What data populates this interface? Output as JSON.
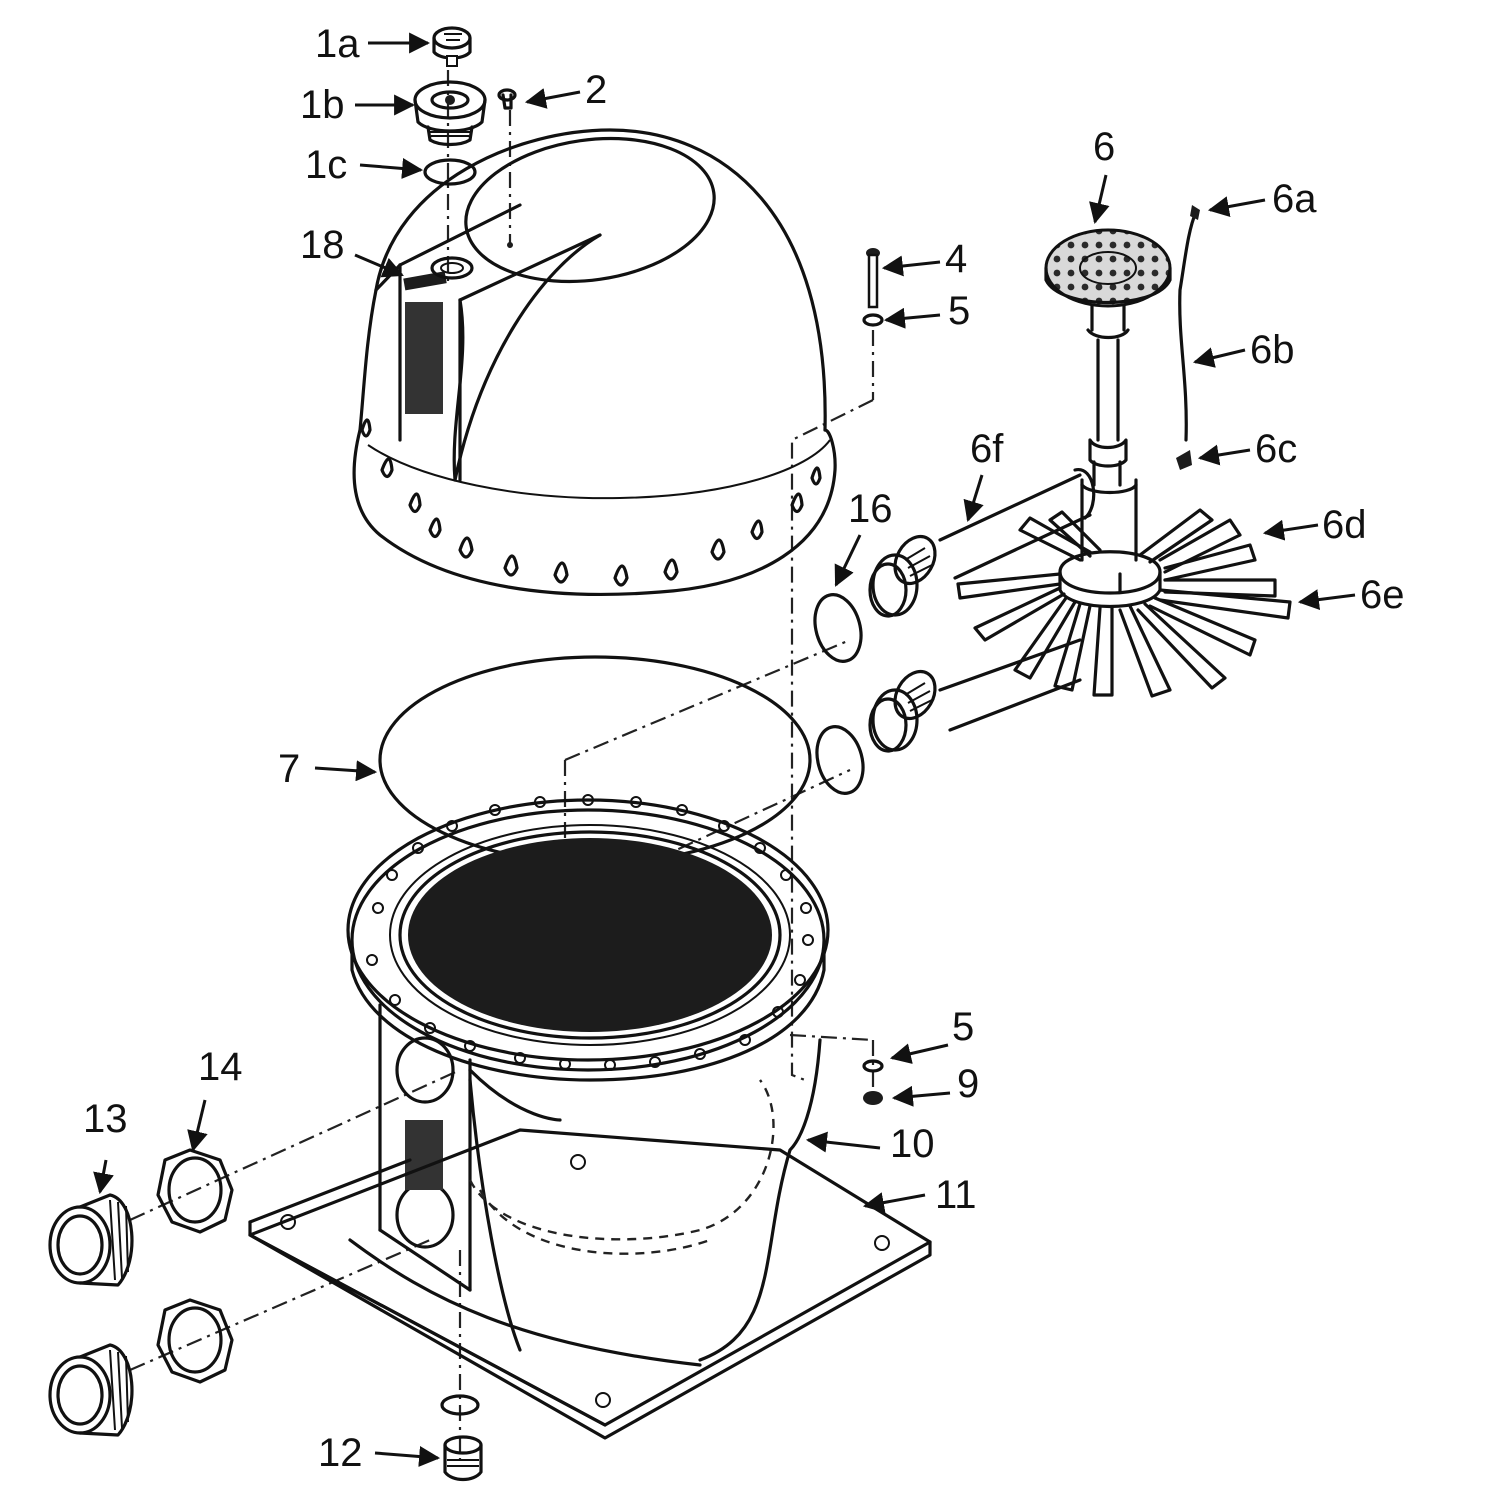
{
  "colors": {
    "line": "#111111",
    "background": "#ffffff",
    "dark_fill": "#1c1c1c"
  },
  "callouts": {
    "c1a": "1a",
    "c1b": "1b",
    "c1c": "1c",
    "c2": "2",
    "c18": "18",
    "c4": "4",
    "c5_top": "5",
    "c6": "6",
    "c6a": "6a",
    "c6b": "6b",
    "c6c": "6c",
    "c6d": "6d",
    "c6e": "6e",
    "c6f": "6f",
    "c16": "16",
    "c7": "7",
    "c5_bottom": "5",
    "c9": "9",
    "c10": "10",
    "c11": "11",
    "c13": "13",
    "c14": "14",
    "c12": "12"
  }
}
